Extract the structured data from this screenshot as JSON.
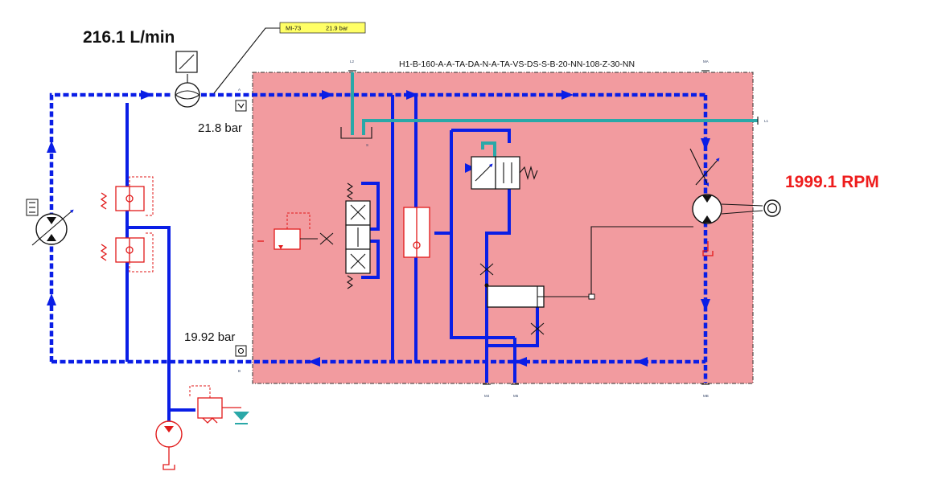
{
  "readouts": {
    "flow": "216.1 L/min",
    "speed": "1999.1 RPM",
    "pressure_a": "21.8 bar",
    "pressure_b": "19.92 bar"
  },
  "tag": {
    "name": "MI-73",
    "value": "21.9 bar"
  },
  "block": {
    "code": "H1-B-160-A-A-TA-DA-N-A-TA-VS-DS-S-B-20-NN-108-Z-30-NN"
  },
  "ports": {
    "l2": "L2",
    "ma": "MA",
    "l1": "L1",
    "mb": "MB",
    "m4": "M4",
    "m5": "M5",
    "a": "A",
    "b": "B",
    "s": "S"
  },
  "colors": {
    "flow_line": "#0a1ee6",
    "case_line": "#2aa8a8",
    "block_fill": "#f29b9f",
    "component_red": "#e11a1a",
    "tag_fill": "#ffff66",
    "rpm_text": "#ee1c1c"
  },
  "icons": [
    "flow-meter-icon",
    "sensor-icon",
    "pump-icon",
    "motor-icon",
    "relief-valve-icon",
    "check-valve-icon",
    "tank-icon",
    "shaft-icon"
  ]
}
